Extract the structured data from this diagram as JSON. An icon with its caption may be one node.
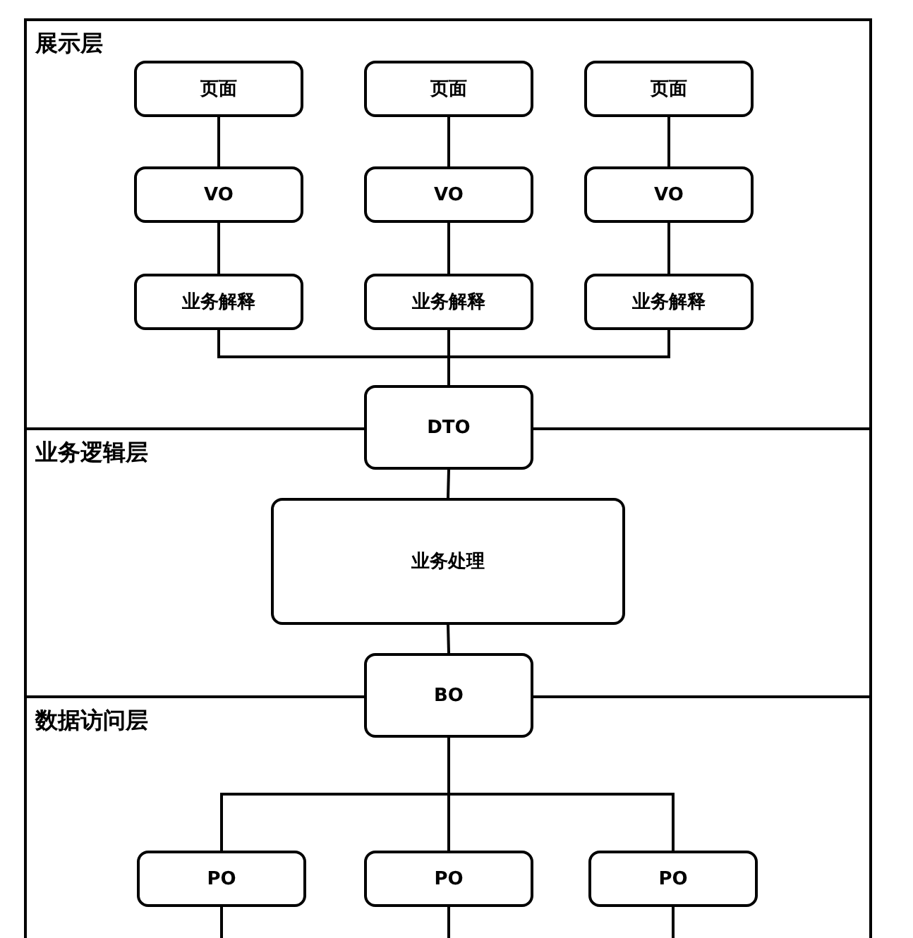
{
  "diagram": {
    "nodes": [
      {
        "text": [
          "展示层"
        ]
      },
      {
        "text": [
          "页面"
        ],
        "in": 0
      },
      {
        "text": [
          "页面"
        ],
        "in": 0
      },
      {
        "text": [
          "页面"
        ],
        "in": 0
      },
      {
        "text": [
          "VO"
        ],
        "in": 0
      },
      {
        "text": [
          "VO"
        ],
        "in": 0
      },
      {
        "text": [
          "VO"
        ],
        "in": 0
      },
      {
        "text": [
          "业务解释"
        ],
        "in": 0
      },
      {
        "text": [
          "业务解释"
        ],
        "in": 0
      },
      {
        "text": [
          "业务解释"
        ],
        "in": 0
      },
      {
        "text": [
          "业务逻辑层"
        ]
      },
      {
        "text": [
          "DTO"
        ]
      },
      {
        "text": [
          "业务处理"
        ],
        "in": 10
      },
      {
        "text": [
          "数据访问层"
        ]
      },
      {
        "text": [
          "BO"
        ]
      },
      {
        "text": [
          "PO"
        ],
        "in": 13
      },
      {
        "text": [
          "PO"
        ],
        "in": 13
      },
      {
        "text": [
          "PO"
        ],
        "in": 13
      }
    ],
    "edges": [
      {
        "from": 1,
        "to": 4,
        "arrow": "none"
      },
      {
        "from": 2,
        "to": 5,
        "arrow": "none"
      },
      {
        "from": 3,
        "to": 6,
        "arrow": "none"
      },
      {
        "from": 4,
        "to": 7,
        "arrow": "none"
      },
      {
        "from": 5,
        "to": 8,
        "arrow": "none"
      },
      {
        "from": 6,
        "to": 9,
        "arrow": "none"
      },
      {
        "from": 7,
        "to": 11,
        "arrow": "none"
      },
      {
        "from": 8,
        "to": 11,
        "arrow": "none"
      },
      {
        "from": 9,
        "to": 11,
        "arrow": "none"
      },
      {
        "from": 11,
        "to": 12,
        "arrow": "none"
      },
      {
        "from": 12,
        "to": 14,
        "arrow": "none"
      },
      {
        "from": 14,
        "to": 15,
        "arrow": "none"
      },
      {
        "from": 14,
        "to": 16,
        "arrow": "none"
      },
      {
        "from": 14,
        "to": 17,
        "arrow": "none"
      },
      {
        "from": 15,
        "to": null,
        "arrow": "none"
      },
      {
        "from": 16,
        "to": null,
        "arrow": "none"
      },
      {
        "from": 17,
        "to": null,
        "arrow": "none"
      }
    ]
  }
}
